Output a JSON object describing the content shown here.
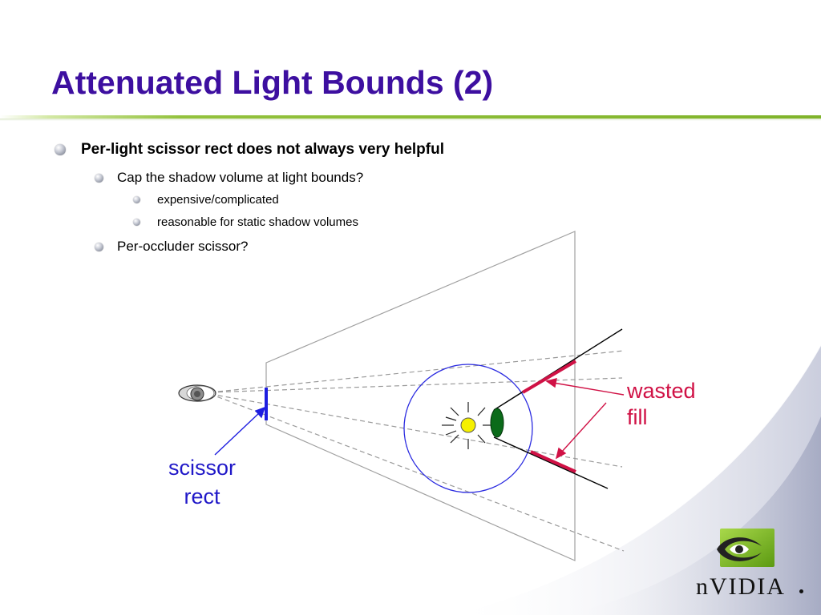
{
  "slide": {
    "title": "Attenuated Light Bounds (2)",
    "bullets": {
      "level1": "Per-light scissor rect does not always very helpful",
      "level2a": "Cap the shadow volume at light bounds?",
      "level3a": "expensive/complicated",
      "level3b": "reasonable for static shadow volumes",
      "level2b": "Per-occluder scissor?"
    }
  },
  "diagram": {
    "labels": {
      "wasted_line1": "wasted",
      "wasted_line2": "fill",
      "scissor_line1": "scissor",
      "scissor_line2": "rect"
    },
    "colors": {
      "title": "#3d0fa0",
      "wasted": "#d01145",
      "scissor": "#2018c8",
      "light": "#f5f000",
      "occluder": "#0b6b1a",
      "accent_green": "#76b900"
    }
  },
  "branding": {
    "logo_text": "nVIDIA"
  }
}
